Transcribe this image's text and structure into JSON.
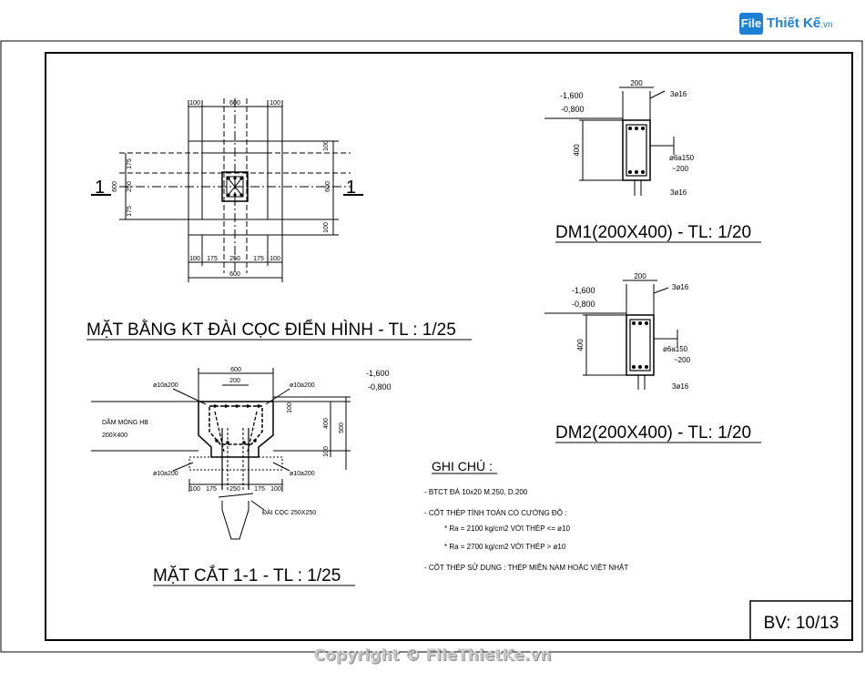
{
  "logo": {
    "box": "File",
    "name": "Thiết Kế",
    "suffix": ".vn"
  },
  "copyright": "Copyright © FileThietKe.vn",
  "sheet": {
    "number": "BV: 10/13"
  },
  "plan": {
    "title": "MẶT BẰNG KT ĐÀI CỌC ĐIỂN HÌNH - TL : 1/25",
    "section_mark": "1",
    "dims_top": [
      "100",
      "600",
      "100"
    ],
    "dims_bottom": [
      "100",
      "175",
      "250",
      "175",
      "100"
    ],
    "dim_bottom_total": "600",
    "dims_left": [
      "175",
      "250",
      "175"
    ],
    "dim_left_total": "600",
    "dim_right_total": "600",
    "dims_right_side": [
      "100",
      "100"
    ]
  },
  "section": {
    "title": "MẶT CẮT 1-1 - TL : 1/25",
    "dim_top_outer": "600",
    "dim_top_inner": "200",
    "rebar_top_left": "ø10a200",
    "rebar_top_right": "ø10a200",
    "rebar_bottom_left": "ø10a200",
    "rebar_bottom_right": "ø10a200",
    "beam_label_1": "DẦM MÓNG HB",
    "beam_label_2": "200X400",
    "level_1": "-1,600",
    "level_2": "-0,800",
    "dim_right_1": "400",
    "dim_right_2": "500",
    "dim_right_small": "100",
    "dim_right_small_2": "100",
    "dims_bottom": [
      "100",
      "175",
      "250",
      "175",
      "100"
    ],
    "pile_label": "ĐÀI CỌC 250X250"
  },
  "dm1": {
    "title": "DM1(200X400) - TL: 1/20",
    "width": "200",
    "height": "400",
    "level_1": "-1,600",
    "level_2": "-0,800",
    "top_bar": "3ø16",
    "stirrup": "ø6a150",
    "stirrup_2": "~200",
    "bottom_bar": "3ø16"
  },
  "dm2": {
    "title": "DM2(200X400) - TL: 1/20",
    "width": "200",
    "height": "400",
    "level_1": "-1,600",
    "level_2": "-0,800",
    "top_bar": "3ø16",
    "stirrup": "ø6a150",
    "stirrup_2": "~200",
    "bottom_bar": "3ø16"
  },
  "notes": {
    "title": "GHI CHÚ :",
    "items": [
      "-  BTCT ĐÁ 10x20 M.250, D.200",
      "-  CỐT THÉP TÍNH TOÁN CÓ CƯỜNG ĐỘ :",
      "* Ra = 2100 kg/cm2 VỚI THÉP <= ø10",
      "* Ra = 2700 kg/cm2 VỚI THÉP > ø10",
      "-  CỐT THÉP SỬ DỤNG : THÉP MIỀN NAM HOẶC VIỆT NHẬT"
    ]
  }
}
